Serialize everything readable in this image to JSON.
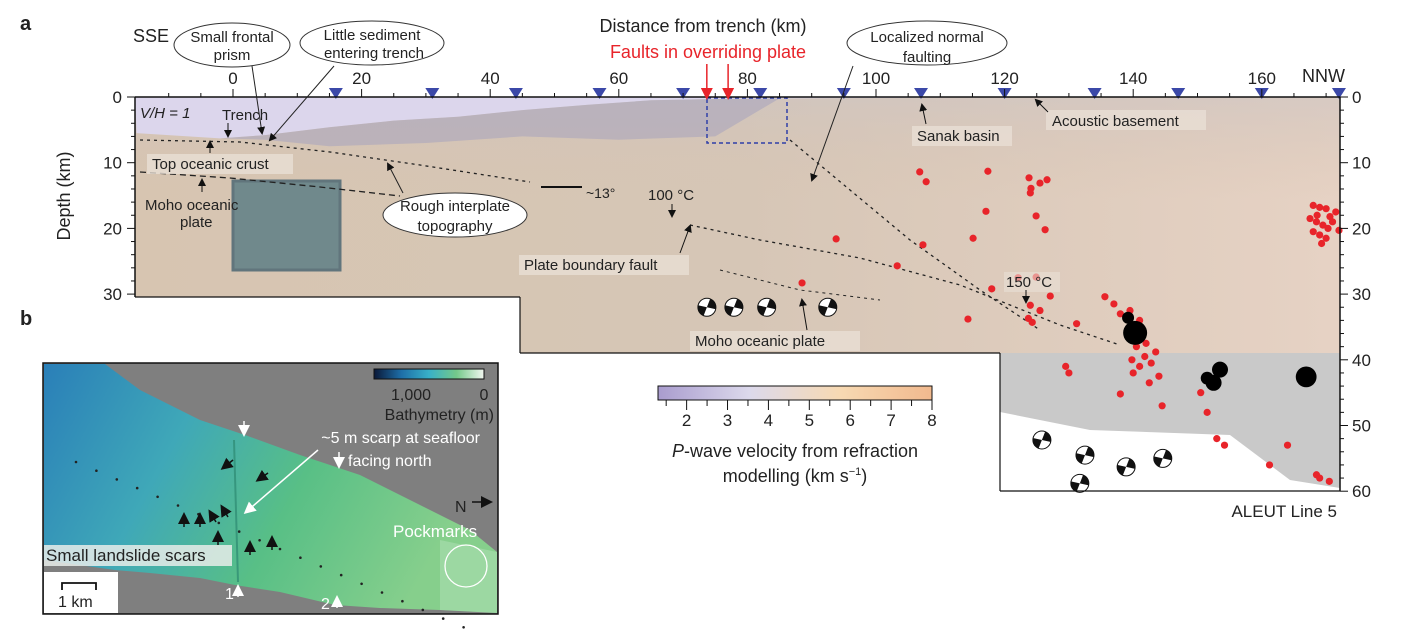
{
  "panel_a": {
    "panel_label": "a",
    "direction_left": "SSE",
    "direction_right": "NNW",
    "x_axis_title": "Distance from trench (km)",
    "faults_label": "Faults in overriding plate",
    "y_axis_title": "Depth (km)",
    "x_ticks": [
      "0",
      "20",
      "40",
      "60",
      "80",
      "100",
      "120",
      "140",
      "160"
    ],
    "x_tick_values": [
      0,
      20,
      40,
      60,
      80,
      100,
      120,
      140,
      160
    ],
    "y_ticks_left": [
      "0",
      "10",
      "20",
      "30"
    ],
    "y_ticks_right": [
      "0",
      "10",
      "20",
      "30",
      "40",
      "50",
      "60"
    ],
    "vh_label": "V/H = 1",
    "annotations": {
      "small_frontal_prism_1": "Small frontal",
      "small_frontal_prism_2": "prism",
      "little_sediment_1": "Little sediment",
      "little_sediment_2": "entering trench",
      "localized_faulting_1": "Localized normal",
      "localized_faulting_2": "faulting",
      "trench": "Trench",
      "top_oceanic_crust": "Top oceanic crust",
      "moho_1": "Moho oceanic",
      "moho_2": "plate",
      "rough_1": "Rough interplate",
      "rough_2": "topography",
      "angle": "~13°",
      "temp_100": "100 °C",
      "temp_150": "150 °C",
      "plate_boundary_fault": "Plate boundary fault",
      "moho_oceanic_plate": "Moho oceanic plate",
      "sanak_basin": "Sanak basin",
      "acoustic_basement": "Acoustic basement",
      "line_name": "ALEUT Line 5"
    },
    "station_km": [
      16,
      31,
      44,
      57,
      70,
      82,
      95,
      107,
      120,
      134,
      147,
      160,
      172
    ],
    "fault_arrows_km": [
      74,
      77
    ],
    "earthquakes_km_depth": [
      [
        106.8,
        11.4
      ],
      [
        107.8,
        12.9
      ],
      [
        117.4,
        11.3
      ],
      [
        123.8,
        12.3
      ],
      [
        124.1,
        13.9
      ],
      [
        125.5,
        13.1
      ],
      [
        126.6,
        12.6
      ],
      [
        124.0,
        14.6
      ],
      [
        124.9,
        18.1
      ],
      [
        117.1,
        17.4
      ],
      [
        126.3,
        20.2
      ],
      [
        115.1,
        21.5
      ],
      [
        93.8,
        21.6
      ],
      [
        107.3,
        22.5
      ],
      [
        103.3,
        25.7
      ],
      [
        122.1,
        27.5
      ],
      [
        124.9,
        27.4
      ],
      [
        118.0,
        29.2
      ],
      [
        127.1,
        30.3
      ],
      [
        114.3,
        33.8
      ],
      [
        124.0,
        31.7
      ],
      [
        125.5,
        32.5
      ],
      [
        123.7,
        33.7
      ],
      [
        124.3,
        34.3
      ],
      [
        135.6,
        30.4
      ],
      [
        137,
        31.5
      ],
      [
        138,
        33
      ],
      [
        139.5,
        32.5
      ],
      [
        141,
        34
      ],
      [
        141.5,
        36
      ],
      [
        142,
        37.5
      ],
      [
        140.5,
        38
      ],
      [
        141.8,
        39.5
      ],
      [
        139.8,
        40
      ],
      [
        142.8,
        40.5
      ],
      [
        141,
        41
      ],
      [
        143.5,
        38.8
      ],
      [
        140,
        42
      ],
      [
        144,
        42.5
      ],
      [
        142.5,
        43.5
      ],
      [
        131.2,
        34.5
      ],
      [
        129.5,
        41
      ],
      [
        130,
        42
      ],
      [
        144.5,
        47
      ],
      [
        138,
        45.2
      ],
      [
        150.5,
        45
      ],
      [
        151.5,
        48
      ],
      [
        153,
        52
      ],
      [
        154.2,
        53
      ],
      [
        164,
        53
      ],
      [
        161.2,
        56
      ],
      [
        168.5,
        57.5
      ],
      [
        169,
        58
      ],
      [
        170.5,
        58.5
      ],
      [
        88.5,
        28.3
      ],
      [
        168,
        16.5
      ],
      [
        169,
        16.8
      ],
      [
        170,
        17
      ],
      [
        171.5,
        17.5
      ],
      [
        167.5,
        18.5
      ],
      [
        168.5,
        19
      ],
      [
        169.5,
        19.5
      ],
      [
        170.3,
        20
      ],
      [
        168,
        20.5
      ],
      [
        169,
        21
      ],
      [
        170,
        21.5
      ],
      [
        169.3,
        22.3
      ],
      [
        171,
        19
      ],
      [
        172,
        20.3
      ],
      [
        168.6,
        18
      ],
      [
        170.6,
        18.2
      ]
    ],
    "large_events_km_depth_size": [
      [
        140.3,
        35.9,
        3
      ],
      [
        139.2,
        33.6,
        1.5
      ],
      [
        153.5,
        41.5,
        2
      ],
      [
        152.5,
        43.5,
        2
      ],
      [
        151.5,
        42.8,
        1.6
      ],
      [
        166.9,
        42.6,
        2.6
      ]
    ],
    "focal_mechanisms_km_depth": [
      [
        73.7,
        32
      ],
      [
        77.9,
        32
      ],
      [
        83,
        32
      ],
      [
        92.5,
        32
      ],
      [
        125.8,
        52.2
      ],
      [
        132.5,
        54.5
      ],
      [
        138.9,
        56.3
      ],
      [
        144.6,
        55
      ],
      [
        131.7,
        58.8
      ]
    ],
    "colorbar": {
      "title_italic": "P",
      "title_rest": "-wave velocity from refraction",
      "title_line2": "modelling (km s",
      "title_sup": "−1",
      "title_close": ")",
      "ticks": [
        "2",
        "3",
        "4",
        "5",
        "6",
        "7",
        "8"
      ],
      "tick_values": [
        2,
        3,
        4,
        5,
        6,
        7,
        8
      ],
      "range": [
        1.3,
        8
      ],
      "colors": [
        "#a99cce",
        "#dcd9ec",
        "#f7d9b2",
        "#f1b98e"
      ]
    }
  },
  "panel_b": {
    "panel_label": "b",
    "bathymetry_ticks": [
      "1,000",
      "0"
    ],
    "bathymetry_title": "Bathymetry (m)",
    "scarp_label_1": "~5 m scarp at seafloor",
    "scarp_label_2": "facing north",
    "north_label": "N",
    "pockmarks_label": "Pockmarks",
    "landslide_label": "Small landslide scars",
    "scale_label": "1 km",
    "marker_1": "1",
    "marker_2": "2",
    "colors": [
      "#0a1838",
      "#1e6fa8",
      "#38b0c8",
      "#74c98a",
      "#f2f7f0"
    ]
  }
}
